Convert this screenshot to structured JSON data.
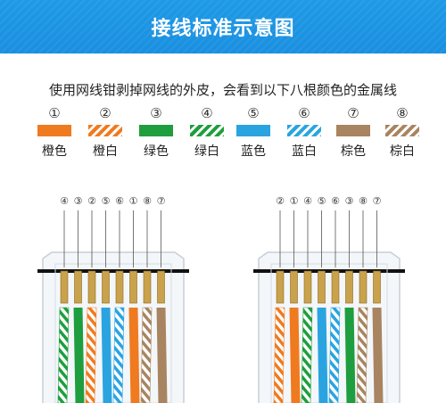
{
  "header": {
    "title": "接线标准示意图"
  },
  "intro": "使用网线钳剥掉网线的外皮，会看到以下八根颜色的金属线",
  "colors": {
    "orange": "#f07a1f",
    "green": "#1e9e3e",
    "blue": "#2aa4e0",
    "brown": "#a88460",
    "header_blue": "#1a8fe0"
  },
  "wires": [
    {
      "num": "①",
      "name": "橙色",
      "color": "orange",
      "striped": false
    },
    {
      "num": "②",
      "name": "橙白",
      "color": "orange",
      "striped": true
    },
    {
      "num": "③",
      "name": "绿色",
      "color": "green",
      "striped": false
    },
    {
      "num": "④",
      "name": "绿白",
      "color": "green",
      "striped": true
    },
    {
      "num": "⑤",
      "name": "蓝色",
      "color": "blue",
      "striped": false
    },
    {
      "num": "⑥",
      "name": "蓝白",
      "color": "blue",
      "striped": true
    },
    {
      "num": "⑦",
      "name": "棕色",
      "color": "brown",
      "striped": false
    },
    {
      "num": "⑧",
      "name": "棕白",
      "color": "brown",
      "striped": true
    }
  ],
  "connectors": [
    {
      "order": [
        "④",
        "③",
        "②",
        "⑤",
        "⑥",
        "①",
        "⑧",
        "⑦"
      ],
      "wire_ids": [
        4,
        3,
        2,
        5,
        6,
        1,
        8,
        7
      ]
    },
    {
      "order": [
        "②",
        "①",
        "④",
        "⑤",
        "⑥",
        "③",
        "⑧",
        "⑦"
      ],
      "wire_ids": [
        2,
        1,
        4,
        5,
        6,
        3,
        8,
        7
      ]
    }
  ]
}
